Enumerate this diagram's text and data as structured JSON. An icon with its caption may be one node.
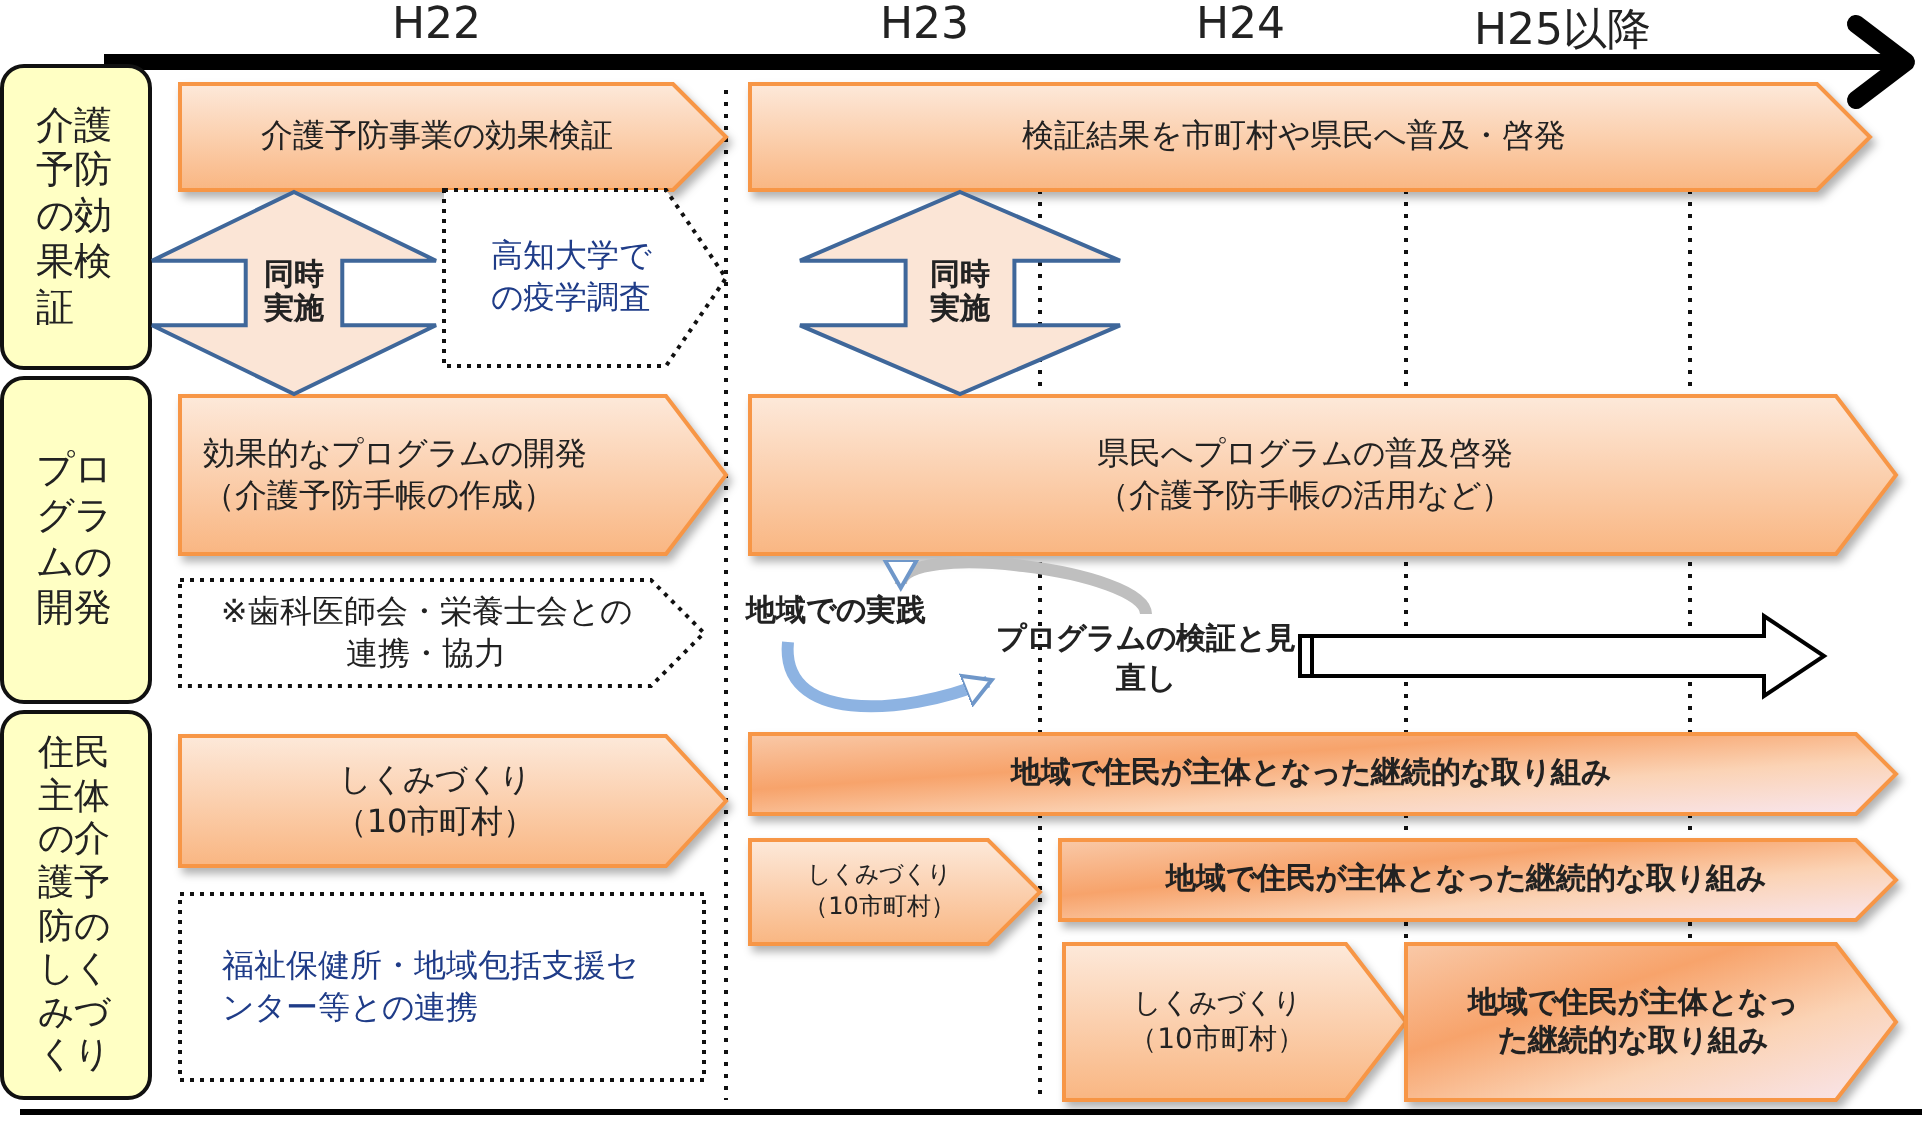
{
  "diagram": {
    "nodes": [
      {
        "text": [
          "介護予防の効果検証"
        ]
      },
      {
        "text": [
          "介護予防事業の効果検証"
        ]
      },
      {
        "text": [
          "検証結果を市町村や県民へ普及・啓発"
        ]
      },
      {
        "text": [
          "高知大学での疫学調査"
        ]
      },
      {
        "text": [
          "プログラムの開発"
        ]
      },
      {
        "text": [
          "効果的なプログラムの開発（介護予防手帳の作成）"
        ]
      },
      {
        "text": [
          "県民へプログラムの普及啓発（介護予防手帳の活用など）"
        ]
      },
      {
        "text": [
          "※歯科医師会・栄養士会との連携・協力"
        ]
      },
      {
        "text": [
          "地域での実践"
        ]
      },
      {
        "text": [
          "プログラムの検証と見直し"
        ]
      },
      {
        "text": [
          "住民主体の介護予防のしくみづくり"
        ]
      },
      {
        "text": [
          "しくみづくり（10市町村）"
        ]
      },
      {
        "text": [
          "地域で住民が主体となった継続的な取り組み"
        ]
      },
      {
        "text": [
          "しくみづくり（10市町村）"
        ]
      },
      {
        "text": [
          "地域で住民が主体となった継続的な取り組み"
        ]
      },
      {
        "text": [
          "福祉保健所・地域包括支援センター等との連携"
        ]
      },
      {
        "text": [
          "しくみづくり（10市町村）"
        ]
      },
      {
        "text": [
          "地域で住民が主体となった継続的な取り組み"
        ]
      }
    ],
    "edges": [
      {
        "from": 1,
        "to": 5,
        "arrow": "both",
        "label": "同時実施",
        "color": "#3f679a"
      },
      {
        "from": 2,
        "to": 6,
        "arrow": "both",
        "label": "同時実施",
        "color": "#3f679a"
      },
      {
        "from": 8,
        "to": 9,
        "arrow": "to",
        "color": "#8db3e2"
      },
      {
        "from": 9,
        "to": 8,
        "arrow": "to",
        "color": "#bfbfbf"
      },
      {
        "from": 9,
        "to": null,
        "arrow": "to"
      }
    ],
    "labels": [
      "H22",
      "H23",
      "H24",
      "H25以降"
    ]
  }
}
